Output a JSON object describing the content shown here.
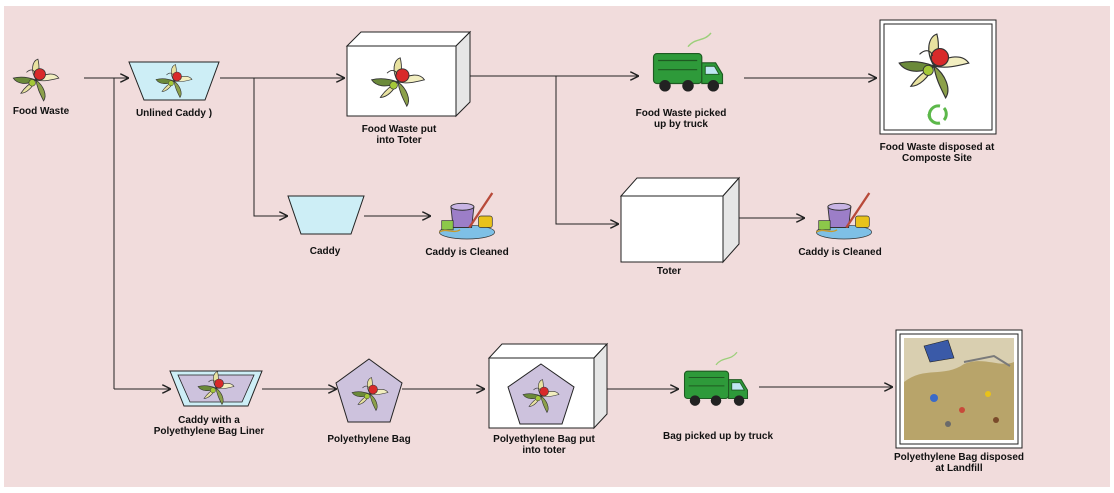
{
  "labels": {
    "food_waste": "Food Waste",
    "unlined_caddy": "Unlined Caddy )",
    "food_waste_put_into_toter": "Food Waste put\ninto Toter",
    "food_waste_picked_up": "Food Waste picked\nup by truck",
    "food_waste_disposed": "Food Waste disposed at\nComposte Site",
    "caddy": "Caddy",
    "caddy_is_cleaned_1": "Caddy is Cleaned",
    "toter": "Toter",
    "caddy_is_cleaned_2": "Caddy is Cleaned",
    "caddy_with_liner": "Caddy with a\nPolyethylene Bag Liner",
    "polyethylene_bag": "Polyethylene Bag",
    "bag_put_into_toter": "Polyethylene Bag put\ninto toter",
    "bag_picked_up": "Bag picked up by truck",
    "bag_disposed": "Polyethylene Bag disposed\nat Landfill"
  },
  "icons": {
    "food_waste": "food-scraps-icon",
    "truck": "garbage-truck-icon",
    "cleaning": "cleaning-supplies-icon",
    "recycle": "recycle-arrows-icon",
    "landfill": "landfill-icon"
  },
  "colors": {
    "background": "#f1dcdc",
    "caddy_fill": "#cdeef6",
    "bag_fill": "#cdc2dd",
    "truck_green": "#2e9a3a",
    "line": "#222222"
  }
}
